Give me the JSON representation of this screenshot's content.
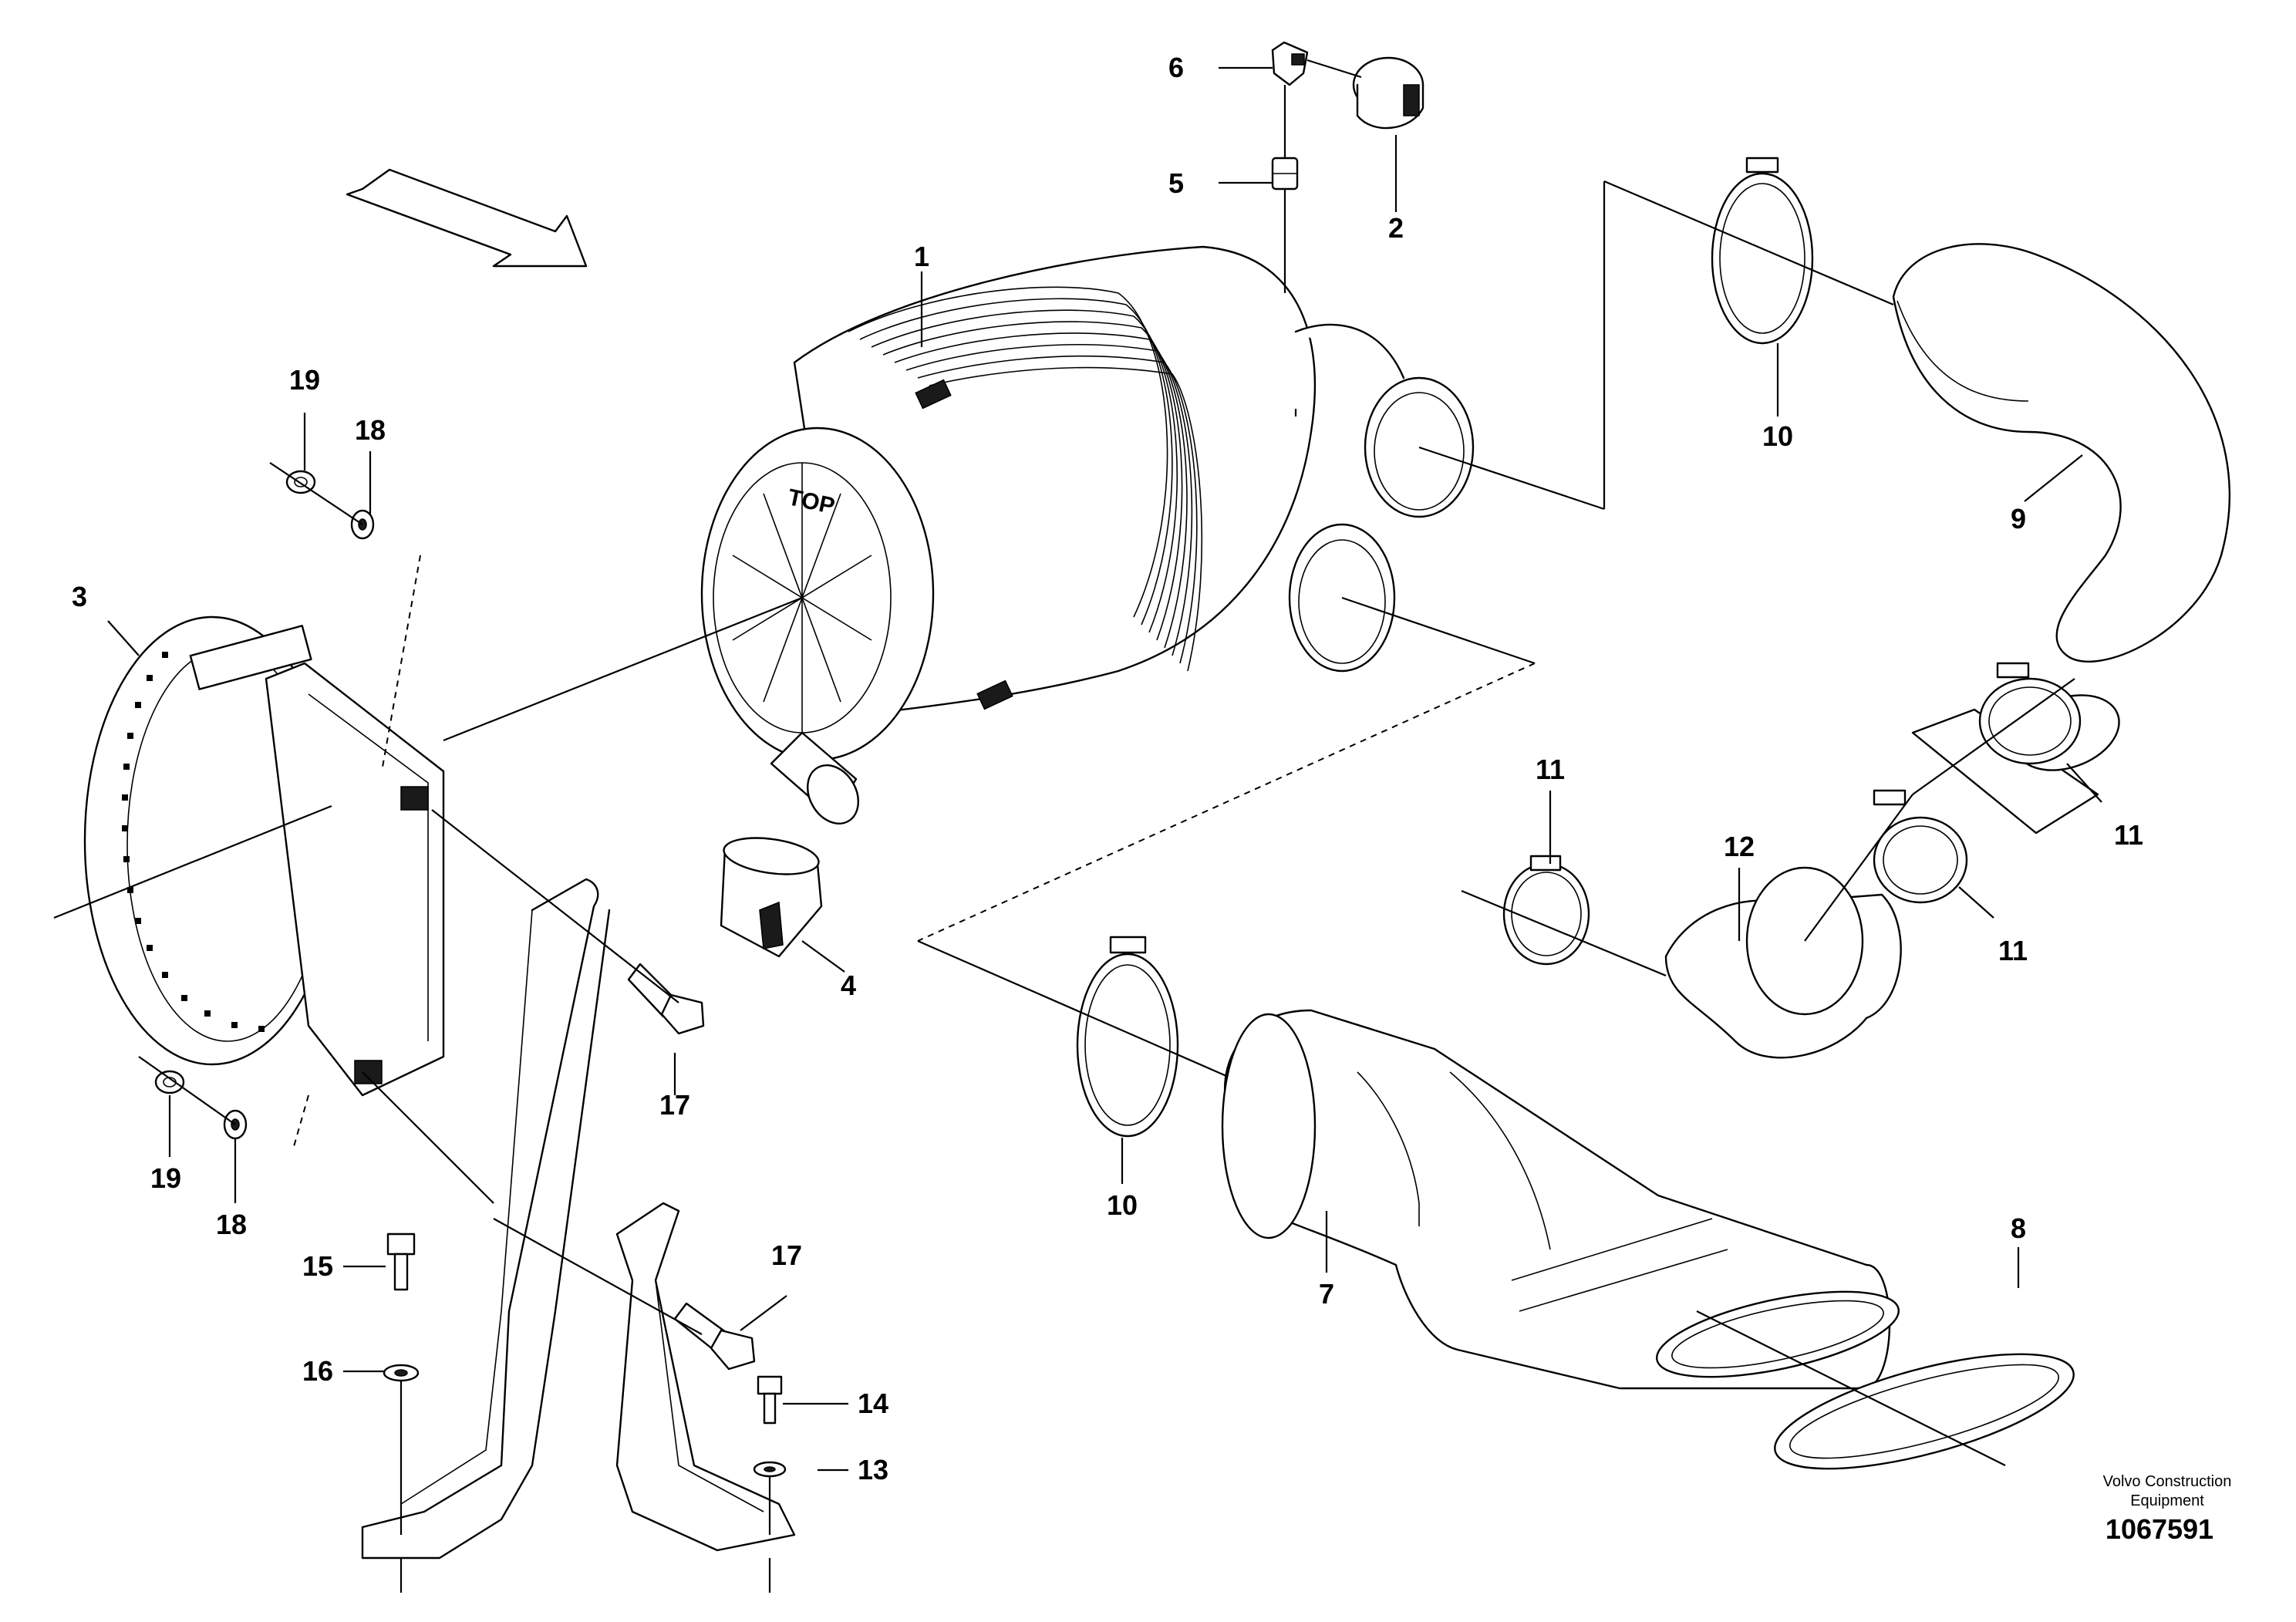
{
  "diagram": {
    "callouts": {
      "p1": "1",
      "p2": "2",
      "p3": "3",
      "p4": "4",
      "p5": "5",
      "p6": "6",
      "p7": "7",
      "p8": "8",
      "p9": "9",
      "p10a": "10",
      "p10b": "10",
      "p11a": "11",
      "p11b": "11",
      "p11c": "11",
      "p12": "12",
      "p13": "13",
      "p14": "14",
      "p15": "15",
      "p16": "16",
      "p17a": "17",
      "p17b": "17",
      "p18a": "18",
      "p18b": "18",
      "p19a": "19",
      "p19b": "19"
    },
    "top_marking": "TOP",
    "manufacturer_line1": "Volvo Construction",
    "manufacturer_line2": "Equipment",
    "document_number": "1067591"
  }
}
